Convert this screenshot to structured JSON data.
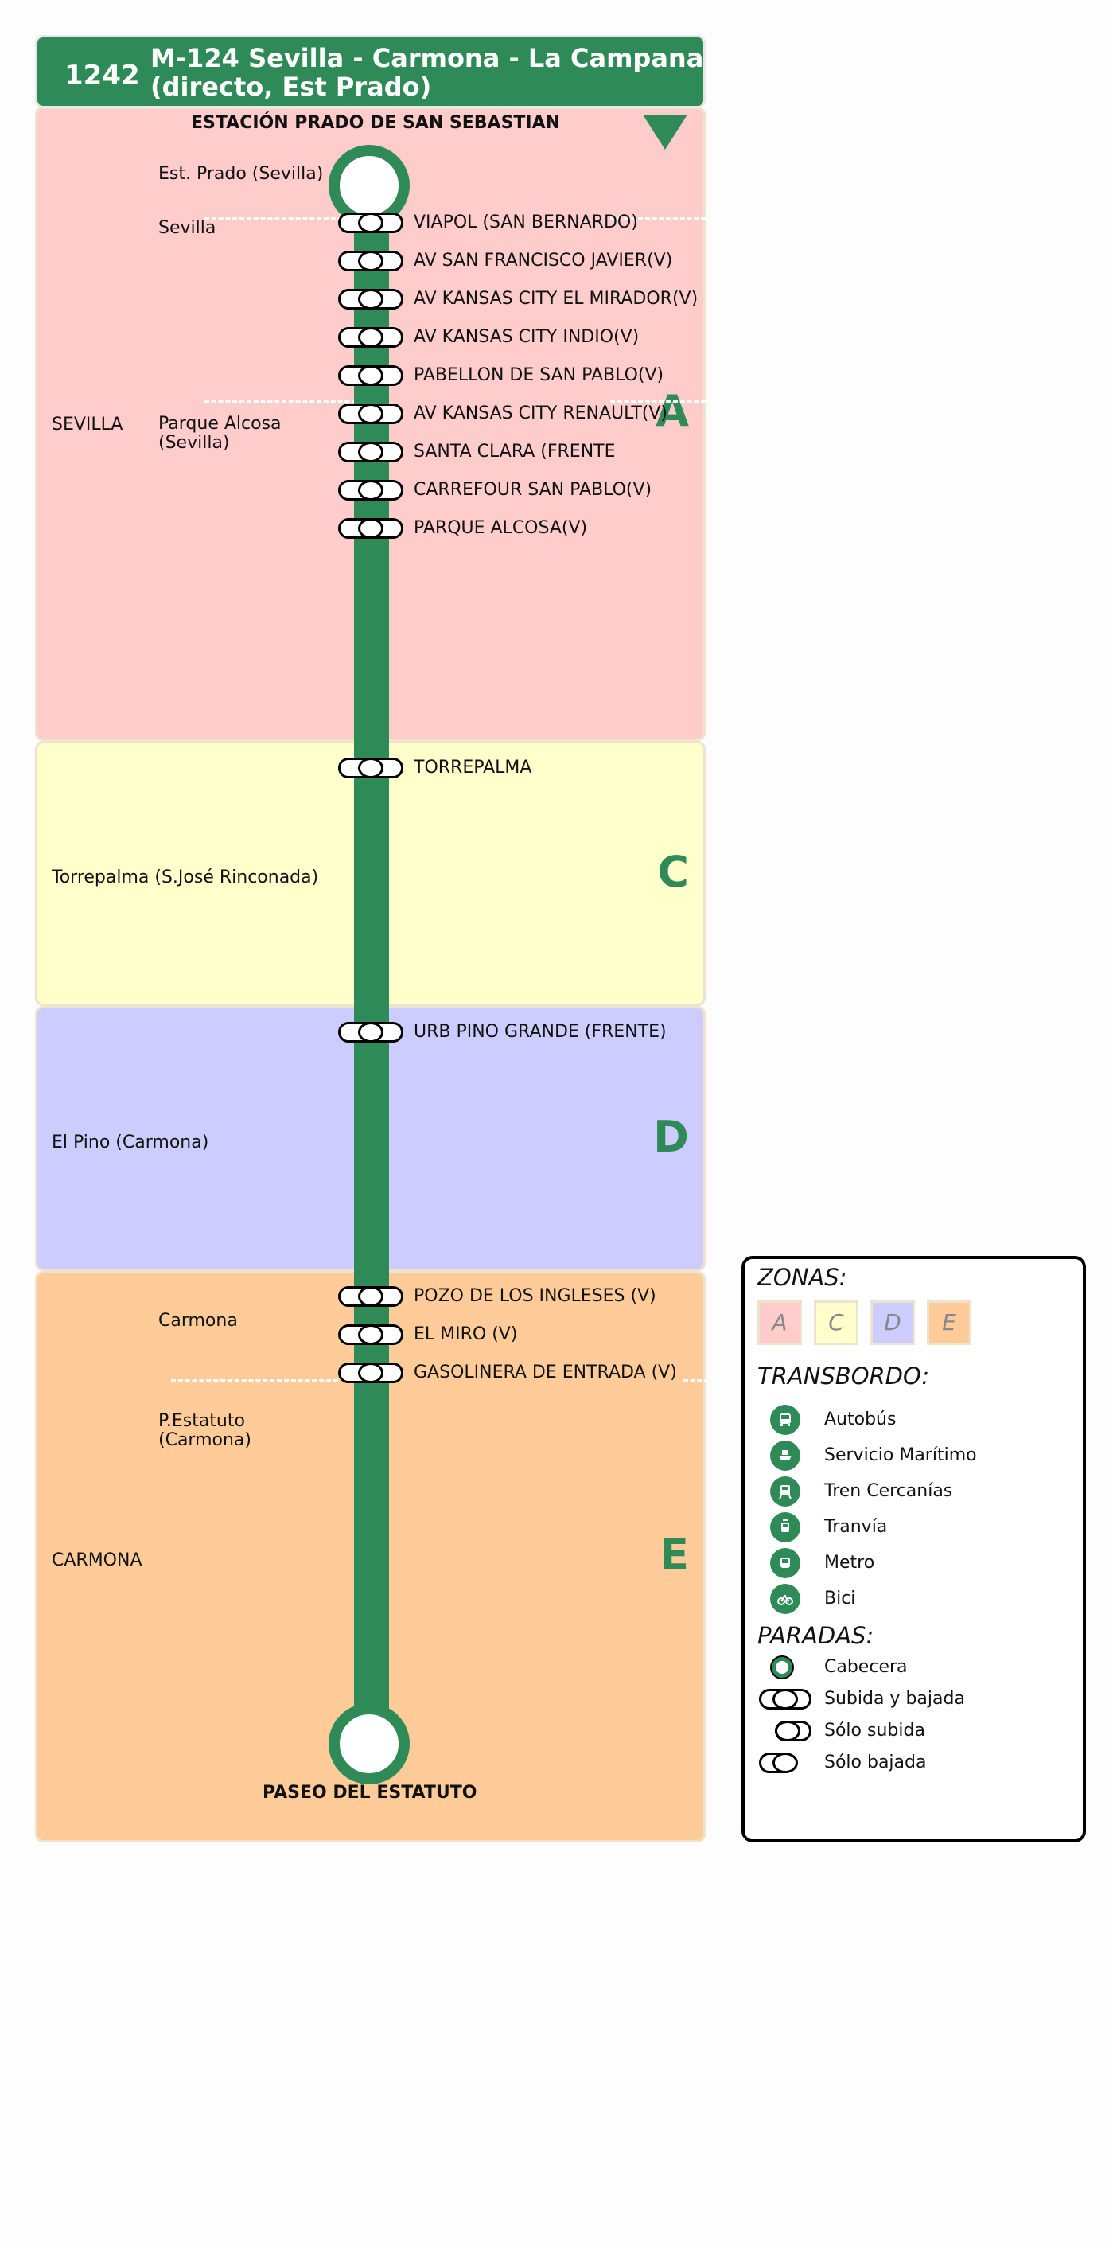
{
  "header": {
    "route_number": "1242",
    "route_name_line1": "M-124 Sevilla - Carmona -  La Campana",
    "route_name_line2": "(directo, Est Prado)"
  },
  "colors": {
    "route_green": "#2e8b57",
    "zone_A": "#ffcccc",
    "zone_C": "#ffffcc",
    "zone_D": "#ccccff",
    "zone_E": "#ffcc99"
  },
  "zones": [
    {
      "letter": "A",
      "municipality": "SEVILLA",
      "localities": [
        "Est. Prado (Sevilla)",
        "Sevilla",
        "Parque Alcosa\n(Sevilla)"
      ]
    },
    {
      "letter": "C",
      "municipality": "",
      "localities": [
        "Torrepalma (S.José Rinconada)"
      ]
    },
    {
      "letter": "D",
      "municipality": "",
      "localities": [
        "El Pino (Carmona)"
      ]
    },
    {
      "letter": "E",
      "municipality": "CARMONA",
      "localities": [
        "Carmona",
        "P.Estatuto\n(Carmona)"
      ]
    }
  ],
  "origin": {
    "name": "ESTACIÓN PRADO DE SAN SEBASTIAN"
  },
  "destination": {
    "name": "PASEO DEL ESTATUTO"
  },
  "stops": [
    {
      "name": "VIAPOL (SAN BERNARDO)",
      "type": "subida y bajada"
    },
    {
      "name": "AV SAN FRANCISCO JAVIER(V)",
      "type": "subida y bajada"
    },
    {
      "name": "AV KANSAS CITY EL MIRADOR(V)",
      "type": "subida y bajada"
    },
    {
      "name": "AV KANSAS CITY INDIO(V)",
      "type": "subida y bajada"
    },
    {
      "name": "PABELLON DE SAN PABLO(V)",
      "type": "subida y bajada"
    },
    {
      "name": "AV KANSAS CITY RENAULT(V)",
      "type": "subida y bajada"
    },
    {
      "name": "SANTA CLARA (FRENTE",
      "type": "subida y bajada"
    },
    {
      "name": "CARREFOUR SAN PABLO(V)",
      "type": "subida y bajada"
    },
    {
      "name": "PARQUE ALCOSA(V)",
      "type": "subida y bajada"
    },
    {
      "name": "TORREPALMA",
      "type": "subida y bajada"
    },
    {
      "name": "URB PINO GRANDE (FRENTE)",
      "type": "subida y bajada"
    },
    {
      "name": "POZO DE LOS INGLESES (V)",
      "type": "subida y bajada"
    },
    {
      "name": "EL MIRO (V)",
      "type": "subida y bajada"
    },
    {
      "name": "GASOLINERA DE ENTRADA (V)",
      "type": "subida y bajada"
    }
  ],
  "legend": {
    "zonas_title": "ZONAS:",
    "zone_letters": [
      "A",
      "C",
      "D",
      "E"
    ],
    "transbordo_title": "TRANSBORDO:",
    "transbordo": [
      {
        "label": "Autobús",
        "icon": "bus-icon"
      },
      {
        "label": "Servicio Marítimo",
        "icon": "ferry-icon"
      },
      {
        "label": "Tren Cercanías",
        "icon": "train-icon"
      },
      {
        "label": "Tranvía",
        "icon": "tram-icon"
      },
      {
        "label": "Metro",
        "icon": "metro-icon"
      },
      {
        "label": "Bici",
        "icon": "bike-icon"
      }
    ],
    "paradas_title": "PARADAS:",
    "paradas": [
      {
        "label": "Cabecera"
      },
      {
        "label": "Subida y bajada"
      },
      {
        "label": "Sólo subida"
      },
      {
        "label": "Sólo bajada"
      }
    ]
  }
}
